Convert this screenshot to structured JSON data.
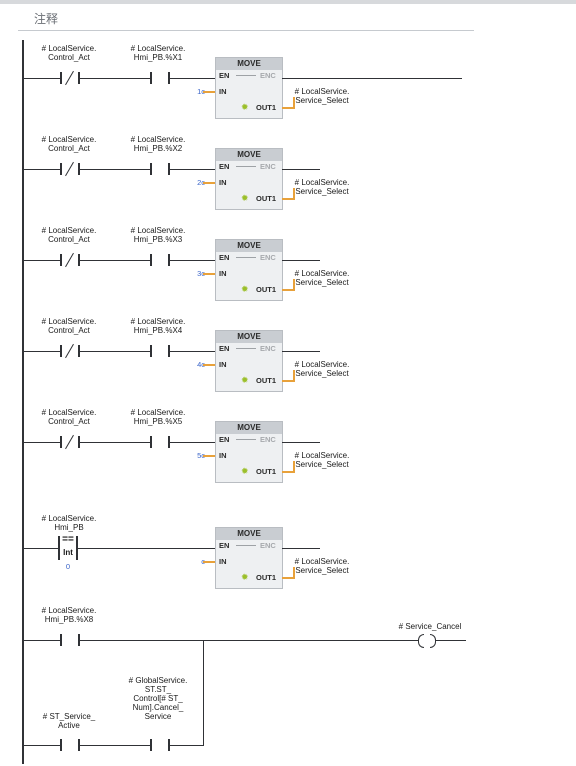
{
  "comment": {
    "label": "注释"
  },
  "rungs": [
    {
      "contact1": [
        "# LocalService.",
        "Control_Act"
      ],
      "contact2": [
        "# LocalService.",
        "Hmi_PB.%X1"
      ],
      "in_value": "1",
      "out_tag": [
        "# LocalService.",
        "Service_Select"
      ]
    },
    {
      "contact1": [
        "# LocalService.",
        "Control_Act"
      ],
      "contact2": [
        "# LocalService.",
        "Hmi_PB.%X2"
      ],
      "in_value": "2",
      "out_tag": [
        "# LocalService.",
        "Service_Select"
      ]
    },
    {
      "contact1": [
        "# LocalService.",
        "Control_Act"
      ],
      "contact2": [
        "# LocalService.",
        "Hmi_PB.%X3"
      ],
      "in_value": "3",
      "out_tag": [
        "# LocalService.",
        "Service_Select"
      ]
    },
    {
      "contact1": [
        "# LocalService.",
        "Control_Act"
      ],
      "contact2": [
        "# LocalService.",
        "Hmi_PB.%X4"
      ],
      "in_value": "4",
      "out_tag": [
        "# LocalService.",
        "Service_Select"
      ]
    },
    {
      "contact1": [
        "# LocalService.",
        "Control_Act"
      ],
      "contact2": [
        "# LocalService.",
        "Hmi_PB.%X5"
      ],
      "in_value": "5",
      "out_tag": [
        "# LocalService.",
        "Service_Select"
      ]
    }
  ],
  "compare_rung": {
    "operand": [
      "# LocalService.",
      "Hmi_PB"
    ],
    "operator": "==",
    "data_type": "Int",
    "compare_value": "0",
    "in_value": "",
    "out_tag": [
      "# LocalService.",
      "Service_Select"
    ]
  },
  "cancel_rung": {
    "contact_main": [
      "# LocalService.",
      "Hmi_PB.%X8"
    ],
    "coil": "# Service_Cancel",
    "contact_branch1": [
      "# ST_Service_",
      "Active"
    ],
    "contact_branch2": [
      "# GlobalService.",
      "ST.ST_",
      "Control[# ST_",
      "Num].Cancel_",
      "Service"
    ]
  },
  "box": {
    "title": "MOVE",
    "en": "EN",
    "enc": "ENC",
    "in": "IN",
    "out": "OUT1"
  },
  "colors": {
    "rail": "#303236",
    "box_bg": "#eef0f2",
    "box_title": "#c9cdd2",
    "const": "#3a64c8",
    "pin_line": "#e8a13a",
    "sun": "#9bbf2a"
  }
}
